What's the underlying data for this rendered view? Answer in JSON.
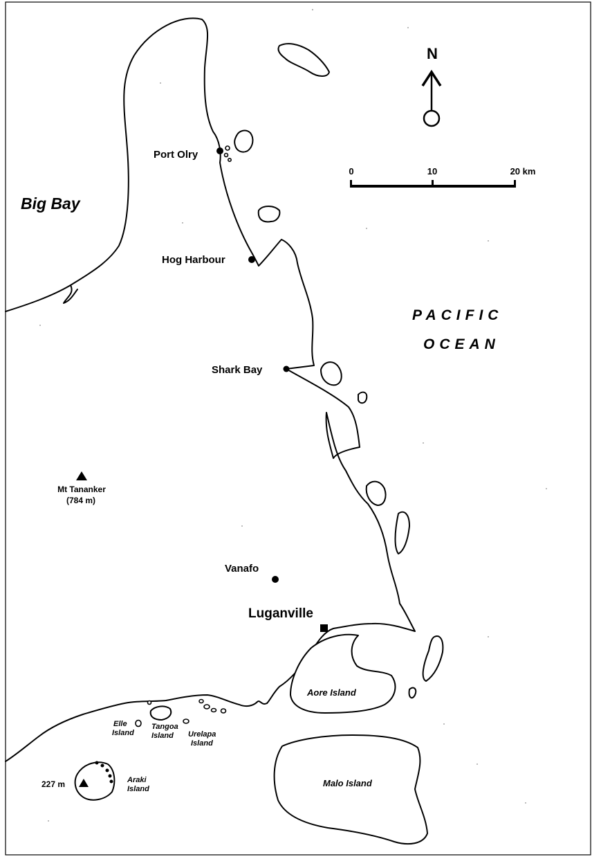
{
  "map": {
    "north_arrow_label": "N",
    "scale_bar": {
      "ticks": [
        "0",
        "10",
        "20 km"
      ]
    },
    "water_bodies": {
      "big_bay": "Big Bay",
      "pacific_line1": "PACIFIC",
      "pacific_line2": "OCEAN"
    },
    "places": {
      "port_olry": "Port Olry",
      "hog_harbour": "Hog Harbour",
      "shark_bay": "Shark Bay",
      "vanafo": "Vanafo",
      "luganville": "Luganville"
    },
    "peaks": {
      "mt_tananker_name": "Mt Tananker",
      "mt_tananker_elev": "(784 m)",
      "araki_elev": "227 m"
    },
    "islands": {
      "aore": "Aore Island",
      "malo": "Malo Island",
      "elle_l1": "Elle",
      "elle_l2": "Island",
      "tangoa_l1": "Tangoa",
      "tangoa_l2": "Island",
      "urelapa_l1": "Urelapa",
      "urelapa_l2": "Island",
      "araki_l1": "Araki",
      "araki_l2": "Island"
    }
  }
}
